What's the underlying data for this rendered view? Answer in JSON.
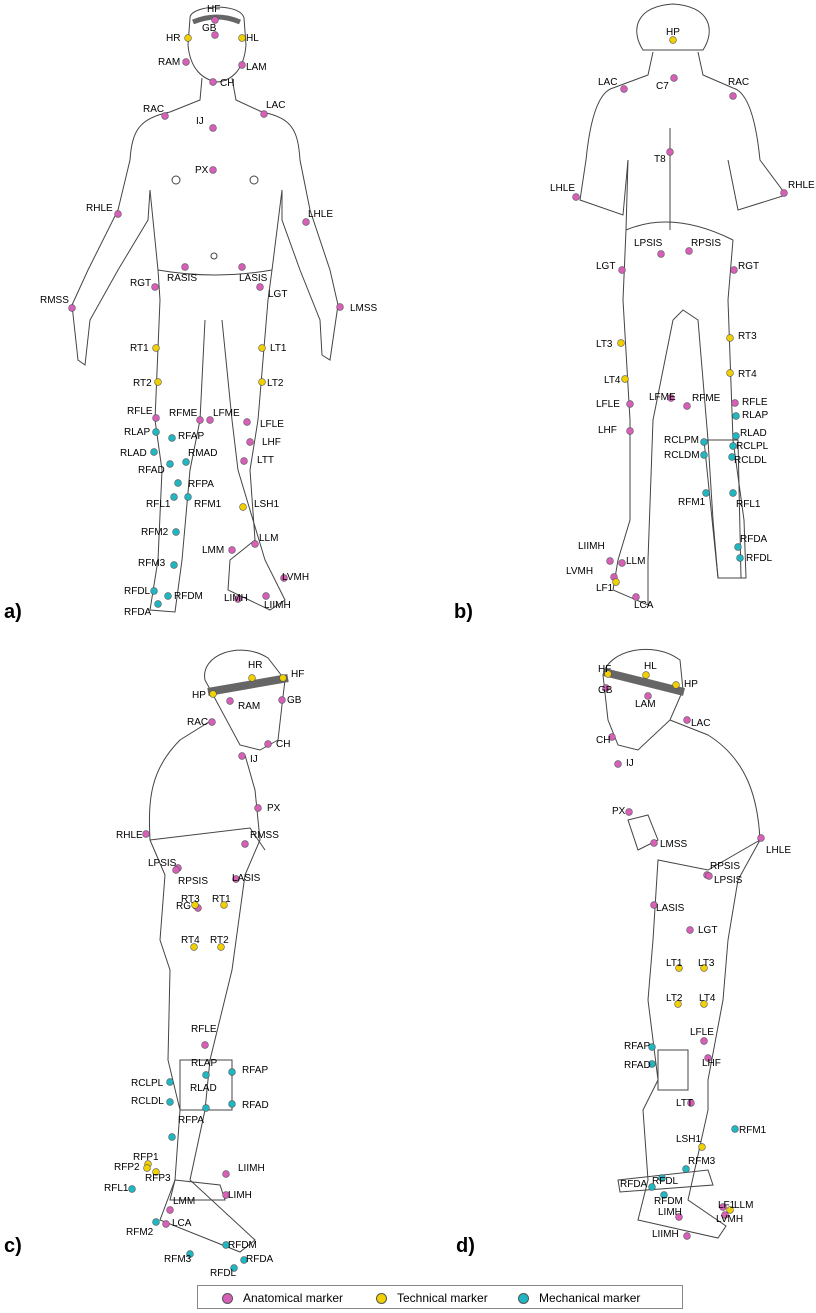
{
  "colors": {
    "anatomical": "#d85fb8",
    "technical": "#f2d000",
    "mechanical": "#1fb7c2"
  },
  "legend": {
    "anatomical_label": "Anatomical marker",
    "technical_label": "Technical marker",
    "mechanical_label": "Mechanical marker"
  },
  "panels": [
    {
      "label": "a)",
      "markers": [
        {
          "t": "a",
          "label": "HF"
        },
        {
          "t": "t",
          "label": "HR"
        },
        {
          "t": "t",
          "label": "HL"
        },
        {
          "t": "a",
          "label": "GB"
        },
        {
          "t": "a",
          "label": "RAM"
        },
        {
          "t": "a",
          "label": "LAM"
        },
        {
          "t": "a",
          "label": "CH"
        },
        {
          "t": "a",
          "label": "RAC"
        },
        {
          "t": "a",
          "label": "LAC"
        },
        {
          "t": "a",
          "label": "IJ"
        },
        {
          "t": "a",
          "label": "PX"
        },
        {
          "t": "a",
          "label": "RHLE"
        },
        {
          "t": "a",
          "label": "LHLE"
        },
        {
          "t": "a",
          "label": "RGT"
        },
        {
          "t": "a",
          "label": "RASIS"
        },
        {
          "t": "a",
          "label": "LASIS"
        },
        {
          "t": "a",
          "label": "LGT"
        },
        {
          "t": "a",
          "label": "RMSS"
        },
        {
          "t": "a",
          "label": "LMSS"
        },
        {
          "t": "t",
          "label": "RT1"
        },
        {
          "t": "t",
          "label": "LT1"
        },
        {
          "t": "t",
          "label": "RT2"
        },
        {
          "t": "t",
          "label": "LT2"
        },
        {
          "t": "a",
          "label": "RFLE"
        },
        {
          "t": "a",
          "label": "RFME"
        },
        {
          "t": "a",
          "label": "LFME"
        },
        {
          "t": "a",
          "label": "LFLE"
        },
        {
          "t": "m",
          "label": "RLAP"
        },
        {
          "t": "m",
          "label": "RFAP"
        },
        {
          "t": "a",
          "label": "LHF"
        },
        {
          "t": "m",
          "label": "RLAD"
        },
        {
          "t": "m",
          "label": "RMAD"
        },
        {
          "t": "m",
          "label": "RFAD"
        },
        {
          "t": "a",
          "label": "LTT"
        },
        {
          "t": "m",
          "label": "RFPA"
        },
        {
          "t": "m",
          "label": "RFL1"
        },
        {
          "t": "m",
          "label": "RFM1"
        },
        {
          "t": "t",
          "label": "LSH1"
        },
        {
          "t": "m",
          "label": "RFM2"
        },
        {
          "t": "a",
          "label": "LMM"
        },
        {
          "t": "a",
          "label": "LLM"
        },
        {
          "t": "m",
          "label": "RFM3"
        },
        {
          "t": "a",
          "label": "LVMH"
        },
        {
          "t": "m",
          "label": "RFDL"
        },
        {
          "t": "m",
          "label": "RFDM"
        },
        {
          "t": "a",
          "label": "LIMH"
        },
        {
          "t": "a",
          "label": "LIIMH"
        },
        {
          "t": "m",
          "label": "RFDA"
        }
      ]
    },
    {
      "label": "b)",
      "markers": [
        {
          "t": "t",
          "label": "HP"
        },
        {
          "t": "a",
          "label": "LAC"
        },
        {
          "t": "a",
          "label": "C7"
        },
        {
          "t": "a",
          "label": "RAC"
        },
        {
          "t": "a",
          "label": "T8"
        },
        {
          "t": "a",
          "label": "LHLE"
        },
        {
          "t": "a",
          "label": "RHLE"
        },
        {
          "t": "a",
          "label": "LPSIS"
        },
        {
          "t": "a",
          "label": "RPSIS"
        },
        {
          "t": "a",
          "label": "LGT"
        },
        {
          "t": "a",
          "label": "RGT"
        },
        {
          "t": "t",
          "label": "LT3"
        },
        {
          "t": "t",
          "label": "RT3"
        },
        {
          "t": "t",
          "label": "LT4"
        },
        {
          "t": "t",
          "label": "RT4"
        },
        {
          "t": "a",
          "label": "LFLE"
        },
        {
          "t": "a",
          "label": "LFME"
        },
        {
          "t": "a",
          "label": "RFME"
        },
        {
          "t": "a",
          "label": "RFLE"
        },
        {
          "t": "m",
          "label": "RLAP"
        },
        {
          "t": "a",
          "label": "LHF"
        },
        {
          "t": "m",
          "label": "RLAD"
        },
        {
          "t": "m",
          "label": "RCLPM"
        },
        {
          "t": "m",
          "label": "RCLPL"
        },
        {
          "t": "m",
          "label": "RCLDM"
        },
        {
          "t": "m",
          "label": "RCLDL"
        },
        {
          "t": "m",
          "label": "RFM1"
        },
        {
          "t": "m",
          "label": "RFL1"
        },
        {
          "t": "m",
          "label": "RFDA"
        },
        {
          "t": "m",
          "label": "RFDL"
        },
        {
          "t": "a",
          "label": "LIIMH"
        },
        {
          "t": "a",
          "label": "LLM"
        },
        {
          "t": "a",
          "label": "LVMH"
        },
        {
          "t": "t",
          "label": "LF1"
        },
        {
          "t": "a",
          "label": "LCA"
        }
      ]
    },
    {
      "label": "c)",
      "markers": [
        {
          "t": "t",
          "label": "HR"
        },
        {
          "t": "t",
          "label": "HF"
        },
        {
          "t": "t",
          "label": "HP"
        },
        {
          "t": "a",
          "label": "GB"
        },
        {
          "t": "a",
          "label": "RAM"
        },
        {
          "t": "a",
          "label": "RAC"
        },
        {
          "t": "a",
          "label": "CH"
        },
        {
          "t": "a",
          "label": "IJ"
        },
        {
          "t": "a",
          "label": "PX"
        },
        {
          "t": "a",
          "label": "RHLE"
        },
        {
          "t": "a",
          "label": "RMSS"
        },
        {
          "t": "a",
          "label": "LPSIS"
        },
        {
          "t": "a",
          "label": "RPSIS"
        },
        {
          "t": "a",
          "label": "LASIS"
        },
        {
          "t": "a",
          "label": "RGT"
        },
        {
          "t": "t",
          "label": "RT3"
        },
        {
          "t": "t",
          "label": "RT1"
        },
        {
          "t": "t",
          "label": "RT4"
        },
        {
          "t": "t",
          "label": "RT2"
        },
        {
          "t": "a",
          "label": "RFLE"
        },
        {
          "t": "m",
          "label": "RLAP"
        },
        {
          "t": "m",
          "label": "RFAP"
        },
        {
          "t": "m",
          "label": "RCLPL"
        },
        {
          "t": "m",
          "label": "RLAD"
        },
        {
          "t": "m",
          "label": "RFAD"
        },
        {
          "t": "m",
          "label": "RCLDL"
        },
        {
          "t": "m",
          "label": "RFPA"
        },
        {
          "t": "t",
          "label": "RFP1"
        },
        {
          "t": "t",
          "label": "RFP2"
        },
        {
          "t": "m",
          "label": "RFL1"
        },
        {
          "t": "t",
          "label": "RFP3"
        },
        {
          "t": "a",
          "label": "LMM"
        },
        {
          "t": "a",
          "label": "LIIMH"
        },
        {
          "t": "a",
          "label": "LCA"
        },
        {
          "t": "a",
          "label": "LIMH"
        },
        {
          "t": "m",
          "label": "RFM2"
        },
        {
          "t": "m",
          "label": "RFDM"
        },
        {
          "t": "m",
          "label": "RFM3"
        },
        {
          "t": "m",
          "label": "RFDA"
        },
        {
          "t": "m",
          "label": "RFDL"
        }
      ]
    },
    {
      "label": "d)",
      "markers": [
        {
          "t": "t",
          "label": "HF"
        },
        {
          "t": "t",
          "label": "HL"
        },
        {
          "t": "t",
          "label": "HP"
        },
        {
          "t": "a",
          "label": "GB"
        },
        {
          "t": "a",
          "label": "LAM"
        },
        {
          "t": "a",
          "label": "LAC"
        },
        {
          "t": "a",
          "label": "CH"
        },
        {
          "t": "a",
          "label": "IJ"
        },
        {
          "t": "a",
          "label": "PX"
        },
        {
          "t": "a",
          "label": "LMSS"
        },
        {
          "t": "a",
          "label": "LHLE"
        },
        {
          "t": "a",
          "label": "RPSIS"
        },
        {
          "t": "a",
          "label": "LPSIS"
        },
        {
          "t": "a",
          "label": "LASIS"
        },
        {
          "t": "a",
          "label": "LGT"
        },
        {
          "t": "t",
          "label": "LT1"
        },
        {
          "t": "t",
          "label": "LT3"
        },
        {
          "t": "t",
          "label": "LT2"
        },
        {
          "t": "t",
          "label": "LT4"
        },
        {
          "t": "a",
          "label": "LFLE"
        },
        {
          "t": "m",
          "label": "RFAP"
        },
        {
          "t": "m",
          "label": "RFAD"
        },
        {
          "t": "a",
          "label": "LHF"
        },
        {
          "t": "a",
          "label": "LTT"
        },
        {
          "t": "m",
          "label": "RFM1"
        },
        {
          "t": "t",
          "label": "LSH1"
        },
        {
          "t": "m",
          "label": "RFM3"
        },
        {
          "t": "m",
          "label": "RFDL"
        },
        {
          "t": "m",
          "label": "RFDA"
        },
        {
          "t": "m",
          "label": "RFDM"
        },
        {
          "t": "a",
          "label": "LLM"
        },
        {
          "t": "a",
          "label": "LIMH"
        },
        {
          "t": "t",
          "label": "LF1"
        },
        {
          "t": "a",
          "label": "LVMH"
        },
        {
          "t": "a",
          "label": "LIIMH"
        }
      ]
    }
  ]
}
